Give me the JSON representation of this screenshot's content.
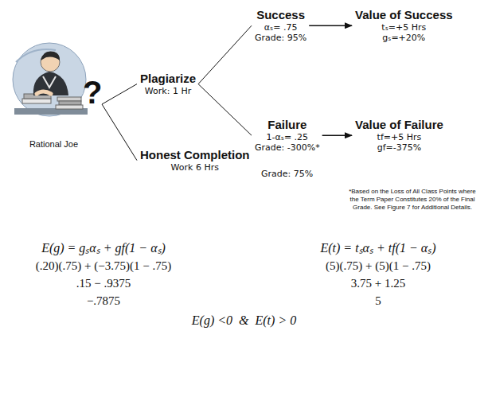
{
  "diagram": {
    "nodes": [
      {
        "text": [
          "Rational Joe"
        ]
      },
      {
        "text": [
          "Plagiarize",
          "Work: 1 Hr"
        ]
      },
      {
        "text": [
          "Honest Completion",
          "Work 6 Hrs"
        ]
      },
      {
        "text": [
          "Success",
          "αₛ= .75",
          "Grade: 95%"
        ]
      },
      {
        "text": [
          "Value of Success",
          "tₛ=+5 Hrs",
          "gₛ=+20%"
        ]
      },
      {
        "text": [
          "Failure",
          "1-αₛ= .25",
          "Grade: -300%*"
        ]
      },
      {
        "text": [
          "Value of Failure",
          "tf=+5 Hrs",
          "gf=-375%"
        ]
      }
    ],
    "edges": [
      {
        "from": 0,
        "to": 1,
        "arrow": "none"
      },
      {
        "from": 0,
        "to": 2,
        "arrow": "none"
      },
      {
        "from": 1,
        "to": 3,
        "arrow": "none"
      },
      {
        "from": 1,
        "to": 5,
        "arrow": "none"
      },
      {
        "from": 3,
        "to": 4,
        "arrow": "to"
      },
      {
        "from": 5,
        "to": 6,
        "arrow": "to"
      }
    ],
    "labels": [
      "?",
      "Grade: 75%",
      "*Based on the Loss of All Class Points where the Term Paper Constitutes 20% of the Final Grade. See Figure 7 for Additional Details.",
      "E(g) = gₛαₛ + gf(1 − αₛ)",
      "(.20)(.75) + (−3.75)(1 − .75)",
      ".15 − .9375",
      "−.7875",
      "E(t) = tₛαₛ + tf(1 − αₛ)",
      "(5)(.75) + (5)(1 − .75)",
      "3.75 + 1.25",
      "5",
      "E(g) <0  &  E(t) > 0"
    ]
  }
}
